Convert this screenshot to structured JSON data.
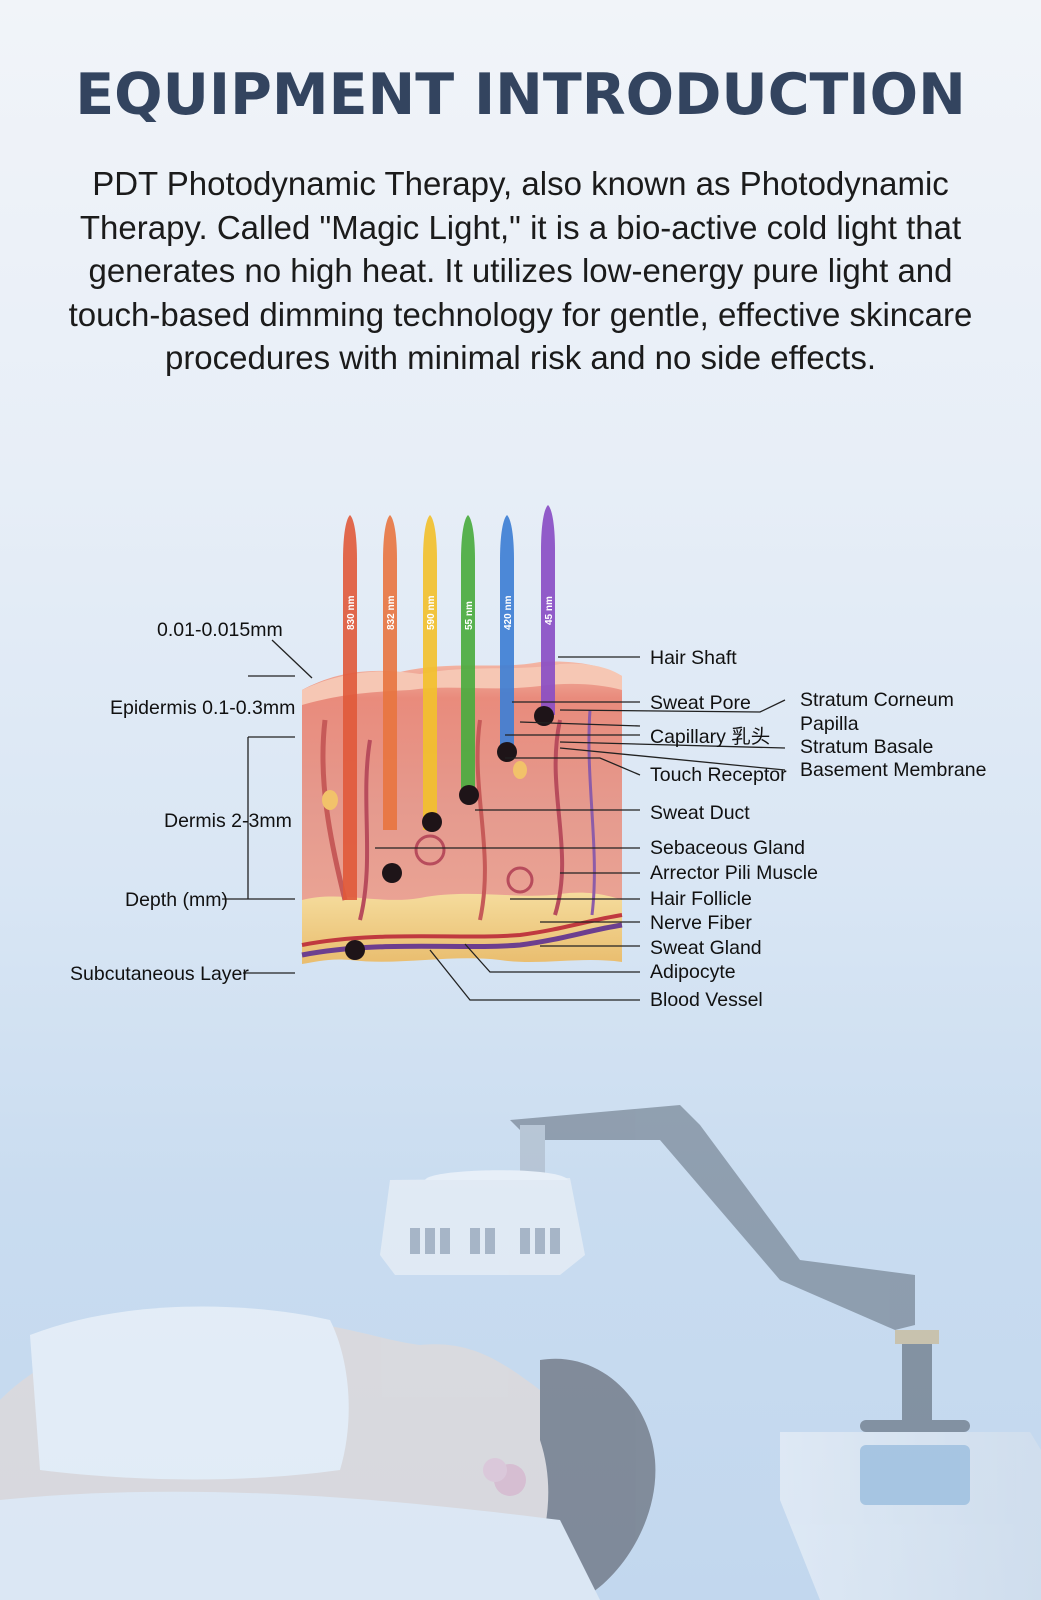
{
  "header": {
    "title": "EQUIPMENT INTRODUCTION",
    "intro": "PDT Photodynamic Therapy, also known as Photodynamic Therapy. Called \"Magic Light,\" it is a bio-active cold light that generates no high heat. It utilizes low-energy pure light and touch-based dimming technology for gentle, effective skincare procedures with minimal risk and no side effects."
  },
  "diagram": {
    "light_beams": [
      {
        "wavelength": "830 nm",
        "color": "#e0593a"
      },
      {
        "wavelength": "832 nm",
        "color": "#e8743f"
      },
      {
        "wavelength": "590 nm",
        "color": "#f2c02e"
      },
      {
        "wavelength": "55 nm",
        "color": "#4bab3f"
      },
      {
        "wavelength": "420 nm",
        "color": "#3f7fd4"
      },
      {
        "wavelength": "45 nm",
        "color": "#8a4ec4"
      }
    ],
    "left_labels": {
      "top_thickness": "0.01-0.015mm",
      "epidermis": "Epidermis 0.1-0.3mm",
      "dermis": "Dermis 2-3mm",
      "depth": "Depth (mm)",
      "subcutaneous": "Subcutaneous Layer"
    },
    "right_labels": [
      "Hair Shaft",
      "Sweat Pore",
      "Capillary 乳头",
      "Touch Receptor",
      "Sweat Duct",
      "Sebaceous Gland",
      "Arrector Pili Muscle",
      "Hair Follicle",
      "Nerve Fiber",
      "Sweat Gland",
      "Adipocyte",
      "Blood Vessel"
    ],
    "far_right_labels": [
      "Stratum Corneum",
      "Papilla",
      "Stratum Basale",
      "Basement Membrane"
    ]
  },
  "colors": {
    "title": "#33445f",
    "skin": "#e59a8e",
    "fat": "#f1d08a",
    "line": "#222222"
  }
}
